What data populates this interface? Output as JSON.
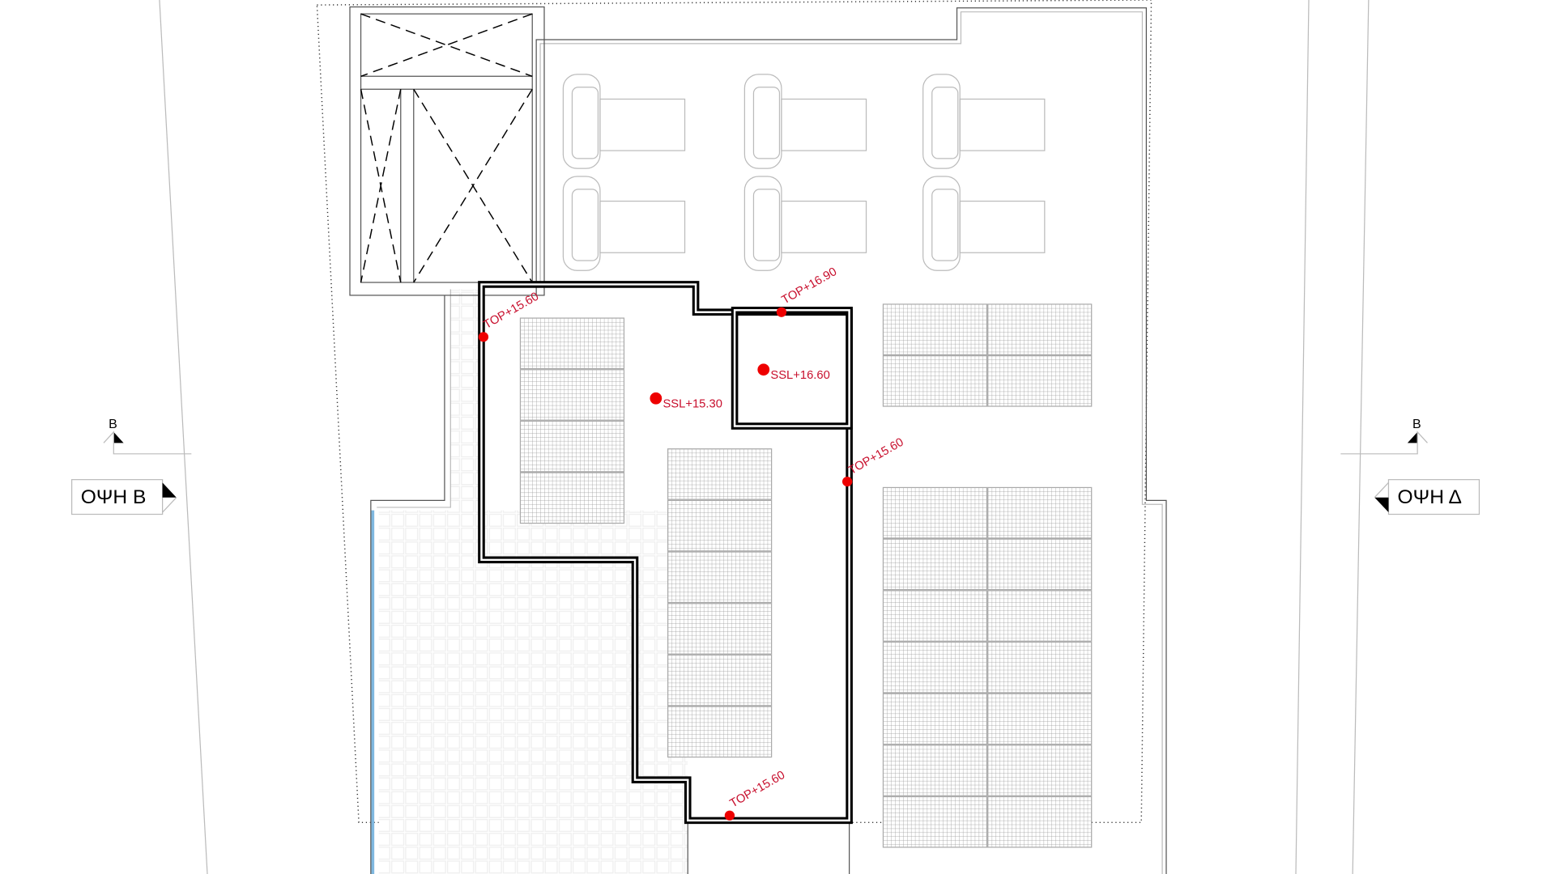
{
  "drawing": {
    "levels": {
      "top_left": "TOP+15.60",
      "top_box": "TOP+16.90",
      "top_right": "TOP+15.60",
      "top_bottom": "TOP+15.60",
      "ssl_main": "SSL+15.30",
      "ssl_box": "SSL+16.60"
    },
    "sections": {
      "left_marker": "B",
      "left_view": "ΟΨΗ Β",
      "right_marker": "B",
      "right_view": "ΟΨΗ Δ"
    },
    "colors": {
      "level_marker": "#e00000",
      "wall": "#000000",
      "glass": "#7fb8e0"
    }
  }
}
